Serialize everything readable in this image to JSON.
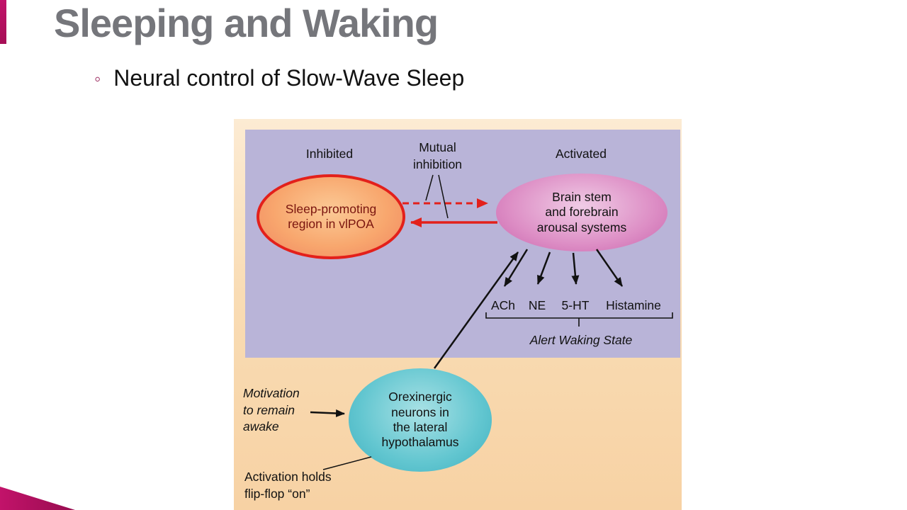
{
  "slide": {
    "title": "Sleeping and Waking",
    "bullet_marker": "◦",
    "bullet_text": "Neural control of Slow-Wave Sleep"
  },
  "diagram": {
    "state_labels": {
      "inhibited": "Inhibited",
      "mutual_inhibition": "Mutual\ninhibition",
      "activated": "Activated"
    },
    "nodes": {
      "vlpoa": "Sleep-promoting\nregion in vlPOA",
      "arousal": "Brain stem\nand forebrain\narousal systems",
      "orexin": "Orexinergic\nneurons in\nthe lateral\nhypothalamus"
    },
    "neurotransmitters": [
      "ACh",
      "NE",
      "5-HT",
      "Histamine"
    ],
    "alert_waking_state": "Alert Waking State",
    "motivation": "Motivation\nto remain\nawake",
    "activation_note": "Activation holds\nflip-flop “on”"
  },
  "colors": {
    "accent_magenta": "#b0105c",
    "title_gray": "#75767b",
    "figure_bg": "#f9dcb4",
    "panel_lavender": "#b9b4d8",
    "vlpoa_border": "#e3201b",
    "vlpoa_fill": "#f8a76e",
    "arousal_fill": "#dd8ec5",
    "orexin_fill": "#62c6d0",
    "red_arrow": "#e3201b",
    "black_arrow": "#111111"
  }
}
